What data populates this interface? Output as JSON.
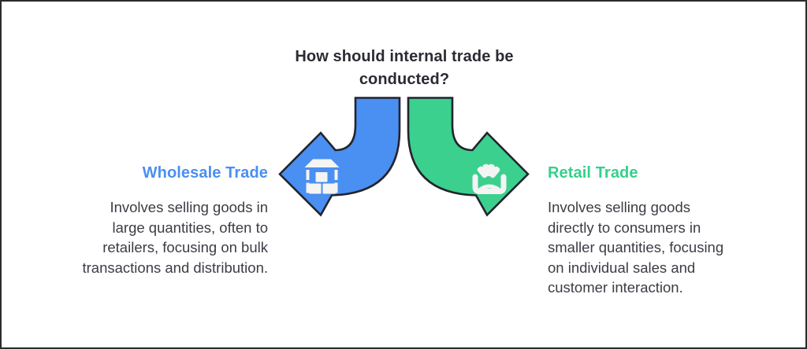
{
  "title": {
    "lines": [
      "How should internal trade be",
      "conducted?"
    ]
  },
  "wholesale": {
    "heading": "Wholesale Trade",
    "icon": "warehouse-icon",
    "arrow_direction": "left",
    "description_lines": [
      "Involves selling goods in",
      "large quantities, often to",
      "retailers, focusing on bulk",
      "transactions and distribution."
    ]
  },
  "retail": {
    "heading": "Retail Trade",
    "icon": "storefront-icon",
    "arrow_direction": "right",
    "description_lines": [
      "Involves selling goods",
      "directly to consumers in",
      "smaller quantities, focusing",
      "on individual sales and",
      "customer interaction."
    ]
  },
  "colors": {
    "arrow_blue": "#4a8ff2",
    "arrow_green": "#3bd08e",
    "heading_blue": "#4a8ff2",
    "heading_green": "#35d08c",
    "outline": "#23242d",
    "title_text": "#2a2b33",
    "body_text": "#3c3d45",
    "icon_white": "#f4f4f4",
    "background": "#ffffff",
    "frame_border": "#2b2b2b"
  }
}
